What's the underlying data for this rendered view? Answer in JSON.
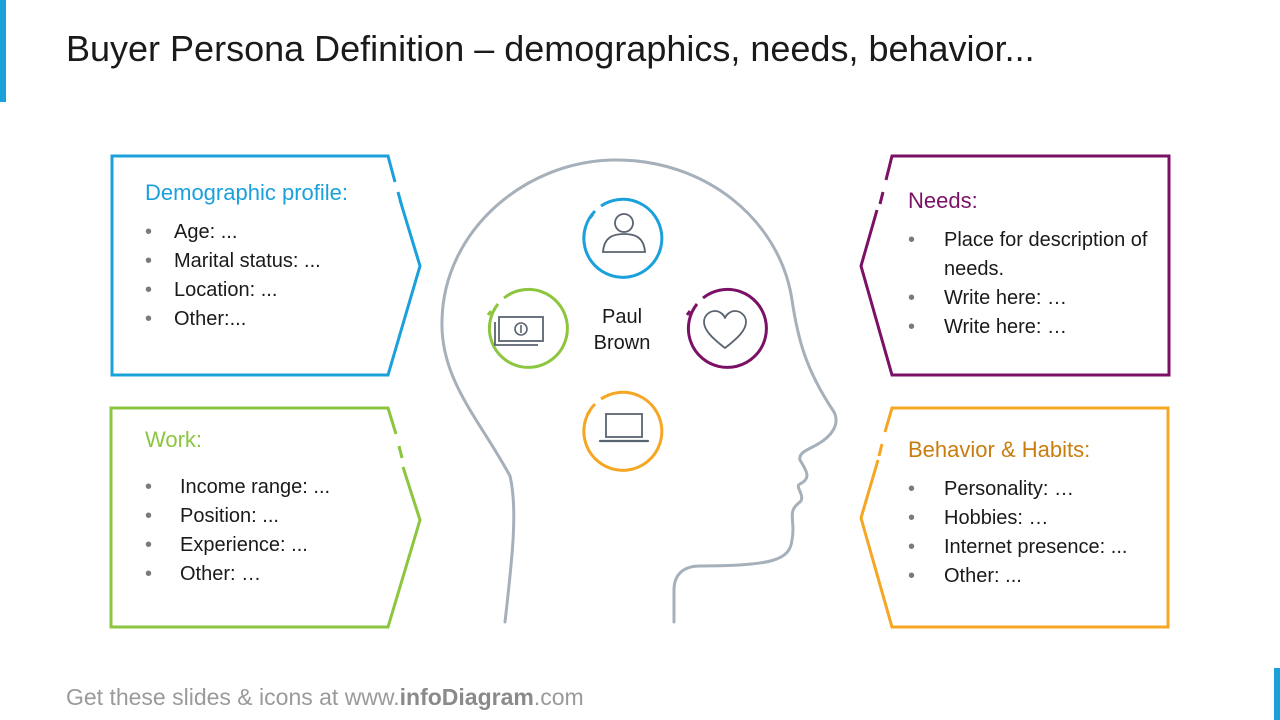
{
  "title": "Buyer Persona Definition – demographics, needs, behavior...",
  "colors": {
    "blue": "#1aa0db",
    "green": "#8cc63f",
    "purple": "#7b1166",
    "orange": "#f5a623",
    "head_outline": "#a6b0ba"
  },
  "persona": {
    "name_line1": "Paul",
    "name_line2": "Brown"
  },
  "icons": [
    "person-icon",
    "money-icon",
    "heart-icon",
    "laptop-icon"
  ],
  "demographic": {
    "heading": "Demographic profile:",
    "items": [
      "Age: ...",
      "Marital status: ...",
      "Location: ...",
      "Other:..."
    ]
  },
  "work": {
    "heading": "Work:",
    "items": [
      "Income range: ...",
      "Position: ...",
      "Experience: ...",
      "Other: …"
    ]
  },
  "needs": {
    "heading": "Needs:",
    "items": [
      "Place for description of needs.",
      "Write here: …",
      "Write here: …"
    ]
  },
  "behavior": {
    "heading": "Behavior & Habits:",
    "items": [
      "Personality: …",
      "Hobbies: …",
      "Internet presence: ...",
      "Other: ..."
    ]
  },
  "footer": {
    "prefix": "Get these slides & icons at www.",
    "brand": "infoDiagram",
    "suffix": ".com"
  }
}
